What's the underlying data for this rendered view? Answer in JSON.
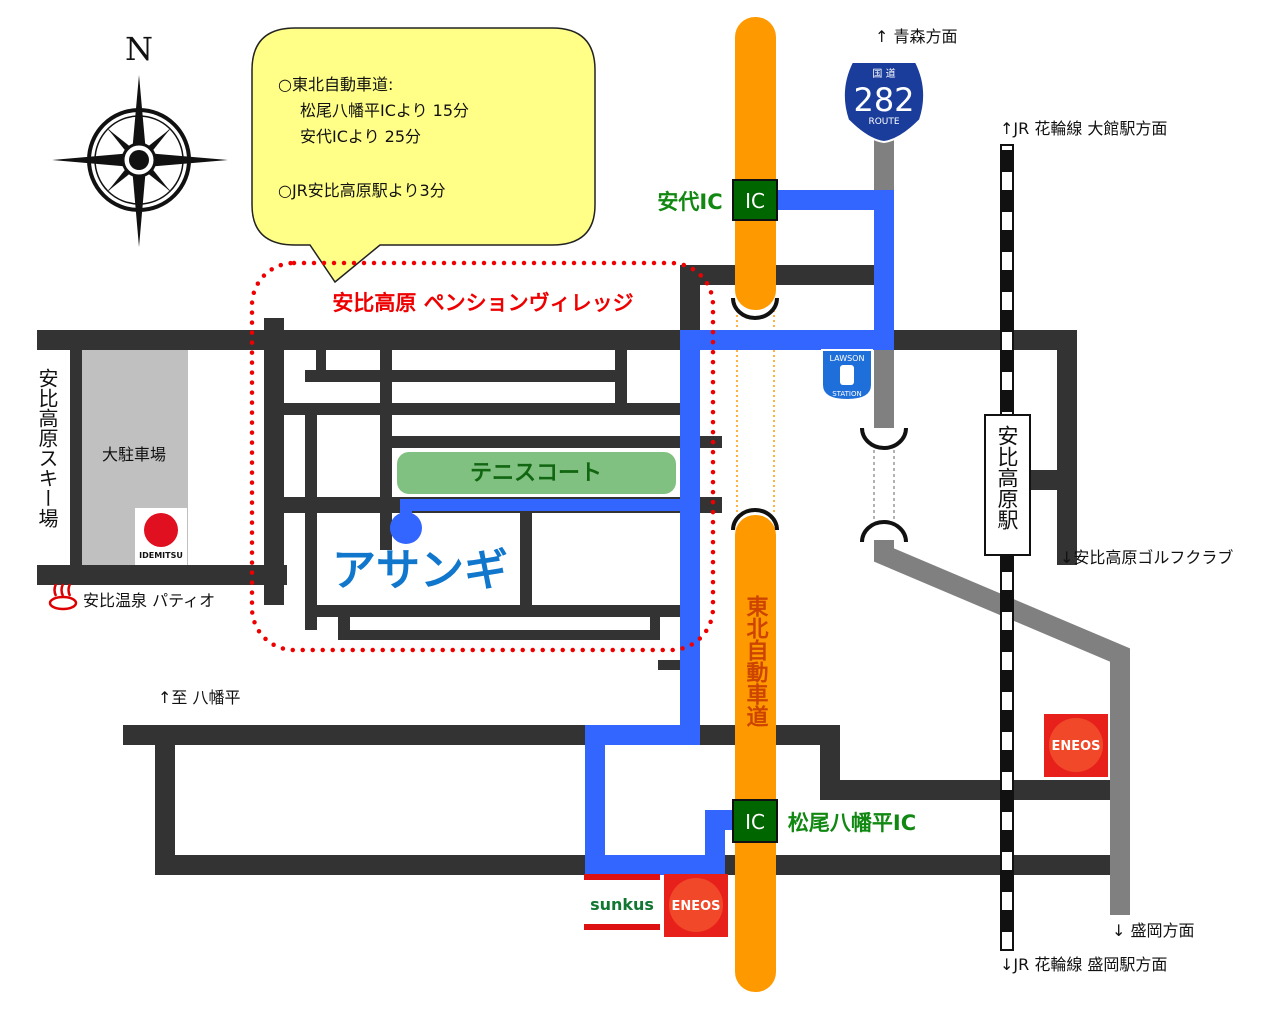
{
  "compass": {
    "north_label": "N"
  },
  "info_bubble": {
    "line1": "○東北自動車道:",
    "line2": "松尾八幡平ICより 15分",
    "line3": "安代ICより 25分",
    "line4": "○JR安比高原駅より3分"
  },
  "area": {
    "title": "安比高原 ペンションヴィレッジ"
  },
  "places": {
    "ski_area": "安比高原スキー場",
    "parking": "大駐車場",
    "onsen": "安比温泉 パティオ",
    "tennis": "テニスコート",
    "pension": "アサンギ",
    "station": "安比高原駅"
  },
  "directions": {
    "aomori": "↑ 青森方面",
    "jr_north": "↑JR 花輪線 大館駅方面",
    "golf": "↓安比高原ゴルフクラブ",
    "morioka": "↓ 盛岡方面",
    "jr_south": "↓JR 花輪線 盛岡駅方面",
    "hachimantai": "↑至 八幡平"
  },
  "expressway": {
    "name": "東北自動車道",
    "ic_label": "IC",
    "ic_north": "安代IC",
    "ic_south": "松尾八幡平IC"
  },
  "route_shield": {
    "top": "国 道",
    "number": "282",
    "bottom": "ROUTE"
  },
  "logos": {
    "lawson_top": "LAWSON",
    "lawson_bottom": "STATION",
    "eneos": "ENEOS",
    "idemitsu": "IDEMITSU",
    "sunkus": "sunkus"
  },
  "colors": {
    "road": "#333333",
    "expressway": "#ff9900",
    "route_blue": "#3366ff",
    "national_road": "#808080",
    "bubble": "#ffff88",
    "area_outline": "#ee0000",
    "ic_green": "#006600",
    "tennis": "#80c080"
  }
}
